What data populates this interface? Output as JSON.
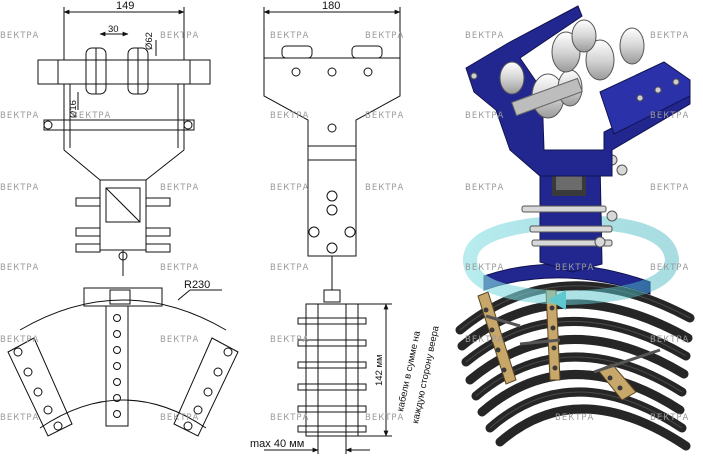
{
  "dimensions": {
    "width_149": "149",
    "dia_30": "30",
    "dia_62": "Ø62",
    "dia_16": "Ø16",
    "width_180": "180",
    "radius_230": "R230",
    "height_142": "142 мм",
    "max_40": "max 40 мм"
  },
  "annotation": {
    "line1": "кабели в сумме на",
    "line2": "каждую сторону веера"
  },
  "watermark": {
    "text": "ВЕКТРА"
  },
  "colors": {
    "frame_blue": "#22278f",
    "roller_white": "#e6e6e6",
    "cable_dark": "#2b2b2b",
    "clamp_tan": "#c8a86a",
    "arrow_teal": "#5fc7cf"
  }
}
